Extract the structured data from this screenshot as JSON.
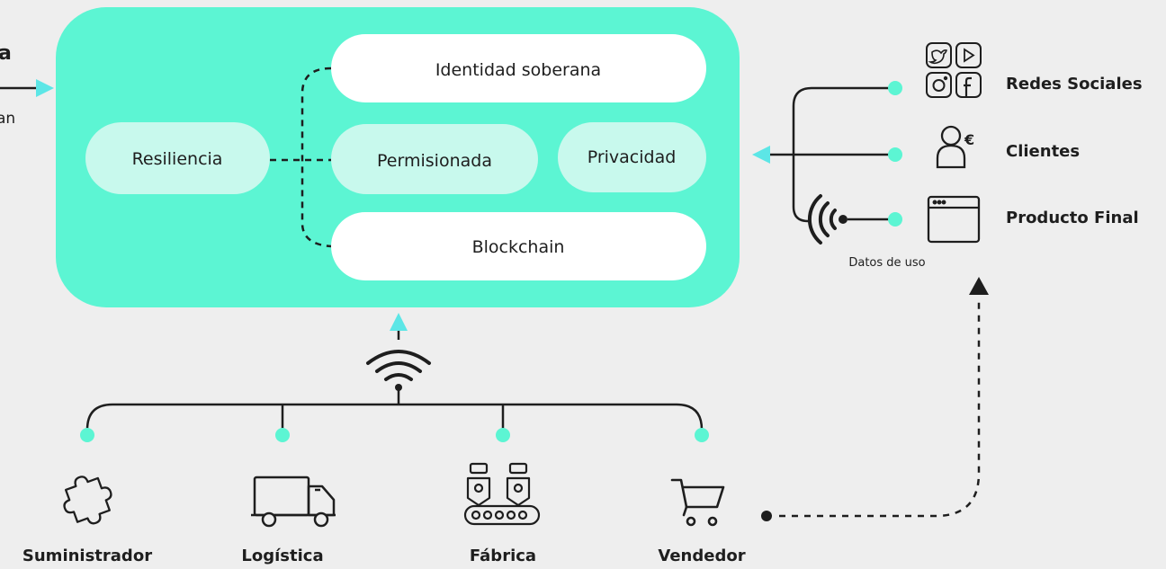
{
  "left_edge": {
    "fragment_top": "a",
    "fragment_bottom": "an"
  },
  "core": {
    "resiliencia": "Resiliencia",
    "identidad": "Identidad soberana",
    "permisionada": "Permisionada",
    "privacidad": "Privacidad",
    "blockchain": "Blockchain"
  },
  "sources": {
    "redes": "Redes Sociales",
    "clientes": "Clientes",
    "producto": "Producto Final",
    "datos_uso": "Datos de uso"
  },
  "chain": {
    "suministrador": "Suministrador",
    "logistica": "Logística",
    "fabrica": "Fábrica",
    "vendedor": "Vendedor"
  },
  "colors": {
    "core_bg": "#5cf5d3",
    "pill_light": "#c8f9ed",
    "pill_white": "#ffffff",
    "arrow": "#5ce6e6",
    "dot": "#5cf5d3",
    "ink": "#1e1e1e"
  }
}
